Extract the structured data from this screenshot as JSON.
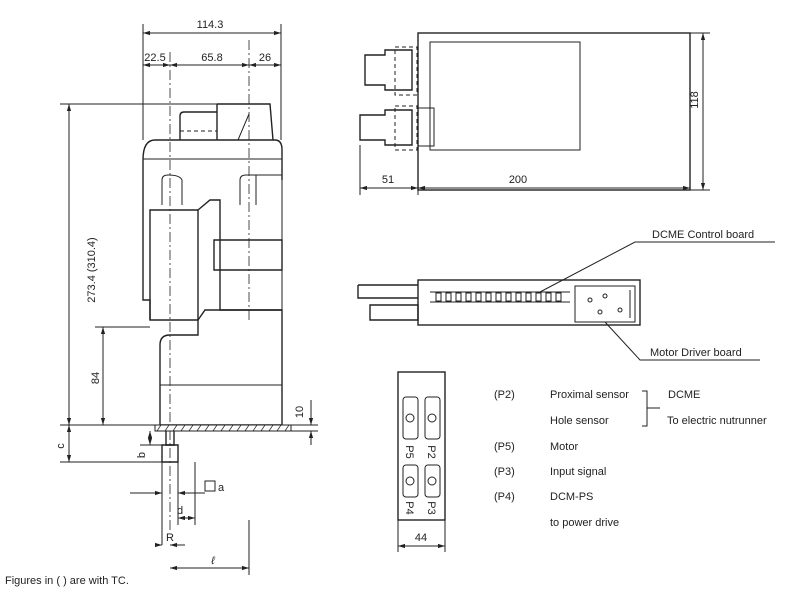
{
  "side_view": {
    "dim_total_width": "114.3",
    "dim_left": "22.5",
    "dim_middle": "65.8",
    "dim_right": "26",
    "dim_height": "273.4 (310.4)",
    "dim_lower_height": "84",
    "dim_flange": "10",
    "dim_c": "c",
    "dim_b": "b",
    "dim_a": "a",
    "dim_d": "d",
    "dim_R": "R",
    "dim_l": "ℓ"
  },
  "top_view": {
    "dim_height": "118",
    "dim_connector": "51",
    "dim_length": "200"
  },
  "board_view": {
    "control_board_label": "DCME Control board",
    "driver_board_label": "Motor Driver board"
  },
  "connector_panel": {
    "width": "44",
    "ports": [
      "P5",
      "P2",
      "P4",
      "P3"
    ]
  },
  "legend": [
    {
      "port": "(P2)",
      "desc": "Proximal sensor"
    },
    {
      "port": "",
      "desc": "Hole sensor"
    },
    {
      "port": "(P5)",
      "desc": "Motor"
    },
    {
      "port": "(P3)",
      "desc": "Input signal"
    },
    {
      "port": "(P4)",
      "desc": "DCM-PS"
    },
    {
      "port": "",
      "desc": "to power drive"
    }
  ],
  "legend_group": {
    "title": "DCME",
    "subtitle": "To electric nutrunner"
  },
  "footnote": "Figures in (   ) are with TC."
}
